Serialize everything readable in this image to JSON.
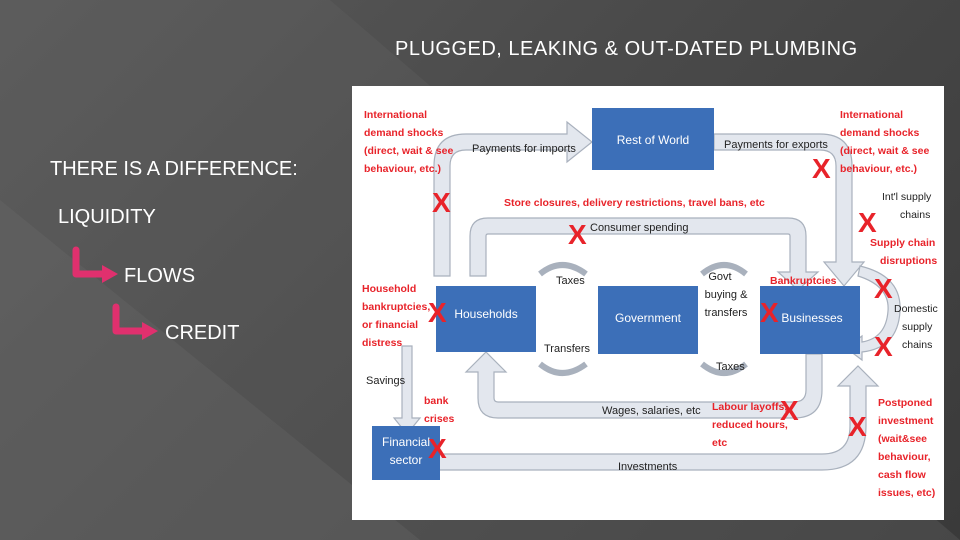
{
  "slide": {
    "title": "PLUGGED, LEAKING & OUT-DATED  PLUMBING",
    "heading": "THERE IS A DIFFERENCE:",
    "items": [
      "LIQUIDITY",
      "FLOWS",
      "CREDIT"
    ]
  },
  "colors": {
    "box_fill": "#3c6fb8",
    "flow_fill": "#e3e7ee",
    "flow_stroke": "#a9b1bd",
    "annotation_red": "#e8232a",
    "accent_pink": "#e0306e"
  },
  "diagram": {
    "boxes": {
      "rest_of_world": "Rest of World",
      "households": "Households",
      "government": "Government",
      "businesses": "Businesses",
      "financial_sector_1": "Financial",
      "financial_sector_2": "sector"
    },
    "flows": {
      "payments_imports": "Payments for imports",
      "payments_exports": "Payments for exports",
      "consumer_spending": "Consumer spending",
      "taxes_left": "Taxes",
      "transfers": "Transfers",
      "govt_1": "Govt",
      "govt_2": "buying &",
      "govt_3": "transfers",
      "taxes_right": "Taxes",
      "wages": "Wages, salaries, etc",
      "savings": "Savings",
      "investments": "Investments"
    },
    "annotations": {
      "intl_left": [
        "International",
        "demand shocks",
        "(direct, wait & see",
        "behaviour, etc.)"
      ],
      "intl_right": [
        "International",
        "demand shocks",
        "(direct, wait & see",
        "behaviour, etc.)"
      ],
      "store_closures": "Store closures, delivery restrictions, travel bans, etc",
      "intl_supply": [
        "Int'l supply",
        "chains"
      ],
      "supply_disruptions": [
        "Supply chain",
        "disruptions"
      ],
      "domestic_supply": [
        "Domestic",
        "supply",
        "chains"
      ],
      "household_bankruptcies": [
        "Household",
        "bankruptcies,",
        "or financial",
        "distress"
      ],
      "bankruptcies": "Bankruptcies",
      "bank_crises": [
        "bank",
        "crises"
      ],
      "labour_layoffs": [
        "Labour layoffs,",
        "reduced hours,",
        "etc"
      ],
      "postponed_investment": [
        "Postponed",
        "investment",
        "(wait&see",
        "behaviour,",
        "cash flow",
        "issues, etc)"
      ],
      "x_mark": "X"
    }
  }
}
